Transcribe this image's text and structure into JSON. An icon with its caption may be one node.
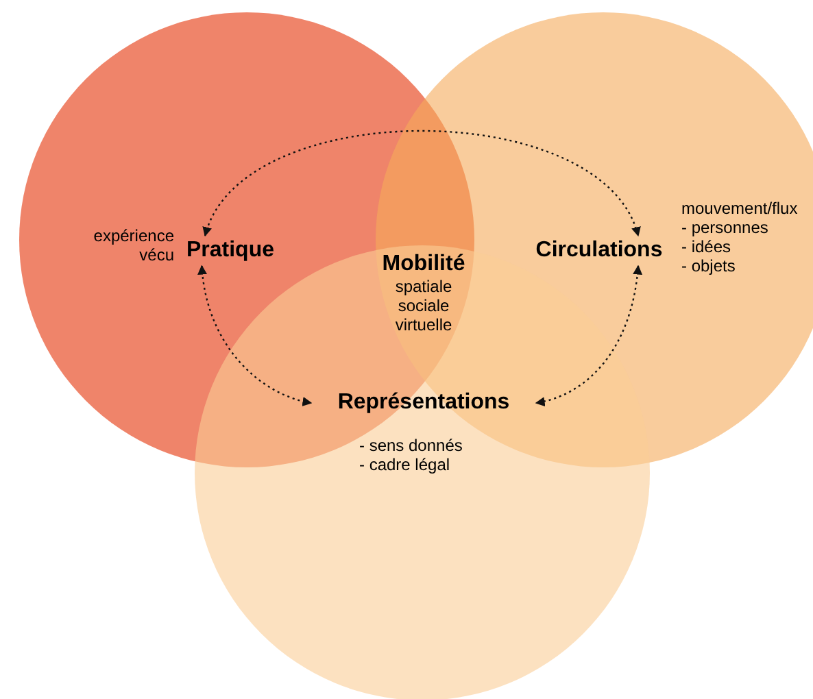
{
  "diagram": {
    "nodes": [
      {
        "text": [
          "Pratique"
        ],
        "beside": [
          "expérience vécu"
        ]
      },
      {
        "text": [
          "Mobilité",
          "spatiale sociale virtuelle"
        ]
      },
      {
        "text": [
          "Circulations"
        ],
        "beside": [
          "mouvement/flux",
          "- personnes",
          "- idées",
          "- objets"
        ]
      },
      {
        "text": [
          "Représentations"
        ],
        "beside": [
          "- sens donnés",
          "- cadre légal"
        ]
      }
    ],
    "edges": [
      {
        "from": 0,
        "to": 2,
        "arrow": "both",
        "style": "dashed"
      },
      {
        "from": 0,
        "to": 3,
        "arrow": "both",
        "style": "dashed"
      },
      {
        "from": 2,
        "to": 3,
        "arrow": "both",
        "style": "dashed"
      }
    ]
  }
}
